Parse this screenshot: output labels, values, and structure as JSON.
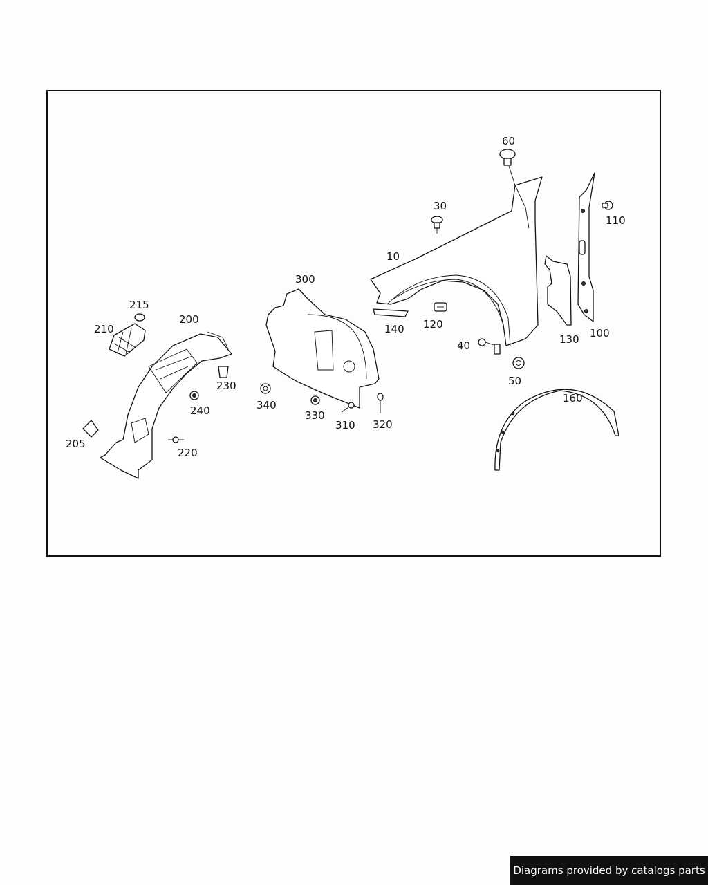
{
  "diagram": {
    "labels": [
      {
        "id": "p60",
        "text": "60"
      },
      {
        "id": "p30",
        "text": "30"
      },
      {
        "id": "p110",
        "text": "110"
      },
      {
        "id": "p10",
        "text": "10"
      },
      {
        "id": "p300",
        "text": "300"
      },
      {
        "id": "p215",
        "text": "215"
      },
      {
        "id": "p210",
        "text": "210"
      },
      {
        "id": "p200",
        "text": "200"
      },
      {
        "id": "p140",
        "text": "140"
      },
      {
        "id": "p120",
        "text": "120"
      },
      {
        "id": "p130",
        "text": "130"
      },
      {
        "id": "p100",
        "text": "100"
      },
      {
        "id": "p40",
        "text": "40"
      },
      {
        "id": "p50",
        "text": "50"
      },
      {
        "id": "p230",
        "text": "230"
      },
      {
        "id": "p340",
        "text": "340"
      },
      {
        "id": "p160",
        "text": "160"
      },
      {
        "id": "p240",
        "text": "240"
      },
      {
        "id": "p330",
        "text": "330"
      },
      {
        "id": "p310",
        "text": "310"
      },
      {
        "id": "p320",
        "text": "320"
      },
      {
        "id": "p205",
        "text": "205"
      },
      {
        "id": "p220",
        "text": "220"
      }
    ]
  },
  "footer": {
    "credit": "Diagrams provided by catalogs parts"
  }
}
